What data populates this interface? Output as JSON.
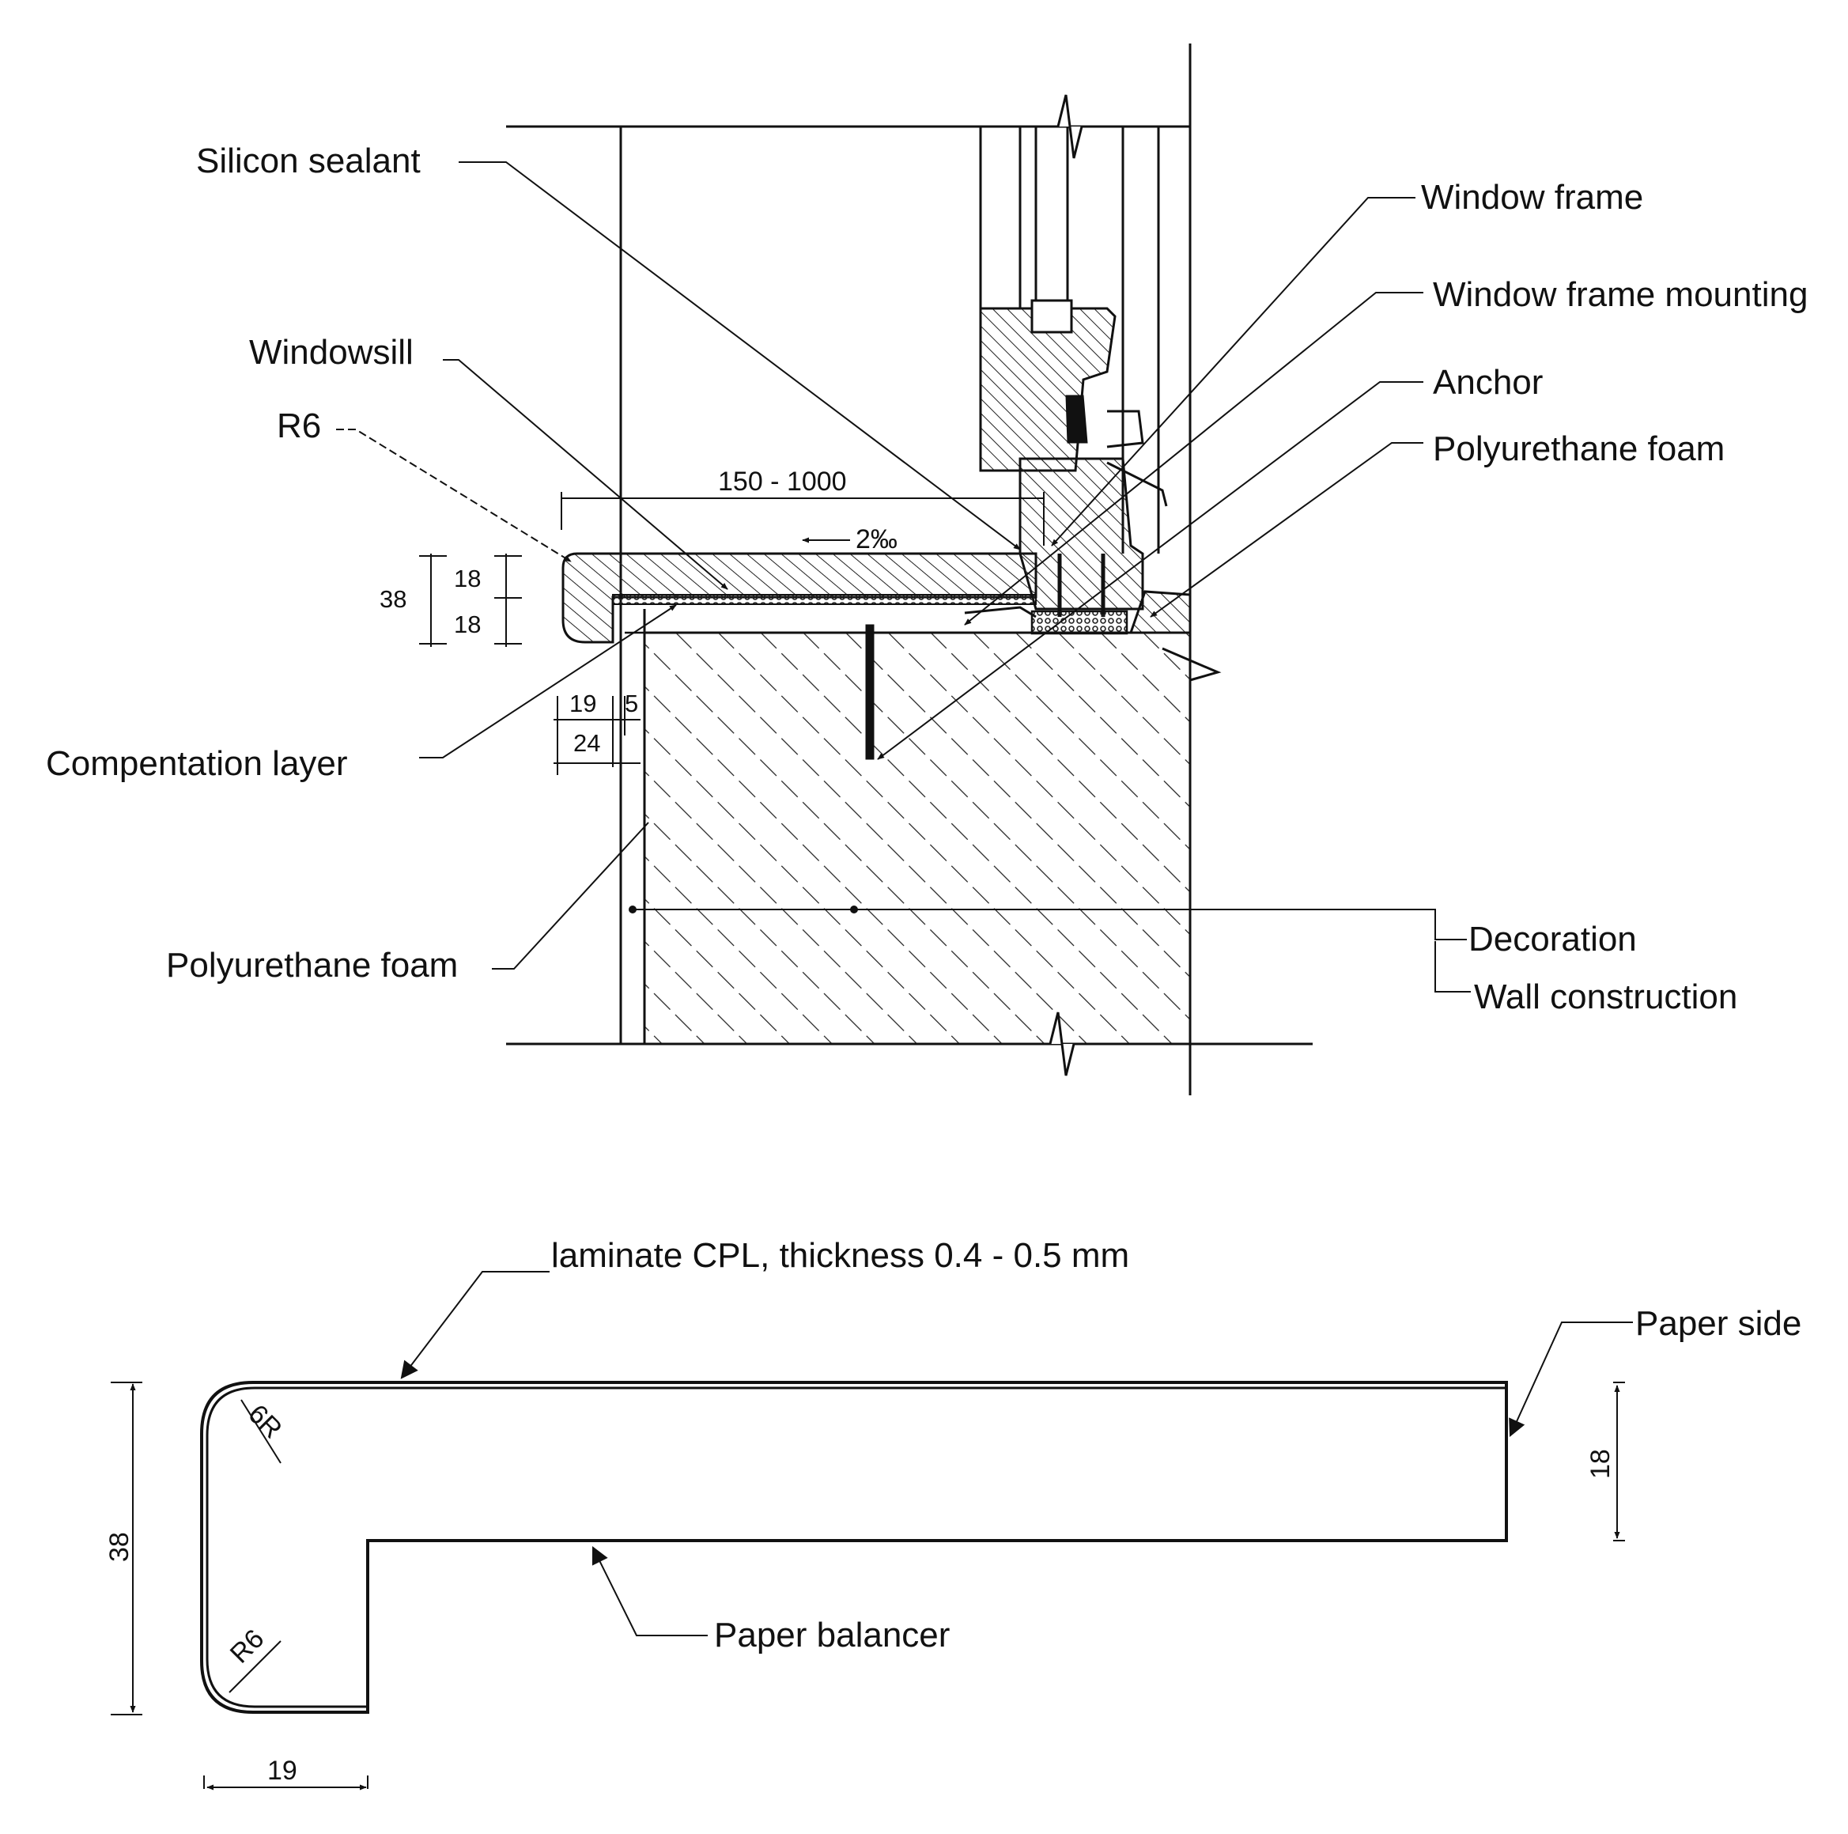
{
  "section_labels": {
    "silicon_sealant": "Silicon sealant",
    "window_frame": "Window frame",
    "window_frame_mounting": "Window frame mounting",
    "windowsill": "Windowsill",
    "anchor": "Anchor",
    "r6": "R6",
    "polyurethane_foam_right": "Polyurethane foam",
    "compensation_layer": "Compentation layer",
    "polyurethane_foam_left": "Polyurethane foam",
    "decoration": "Decoration",
    "wall_construction": "Wall construction"
  },
  "section_dimensions": {
    "width_range": "150 - 1000",
    "slope": "2‰",
    "total_thickness": "38",
    "top_thickness": "18",
    "bottom_thickness": "18",
    "lip_width": "19",
    "gap": "5",
    "overhang": "24"
  },
  "profile_labels": {
    "laminate": "laminate CPL, thickness 0.4 - 0.5 mm",
    "paper_side": "Paper side",
    "paper_balancer": "Paper balancer"
  },
  "profile_dimensions": {
    "height": "38",
    "board_thickness": "18",
    "lip_width": "19",
    "radius_top": "6R",
    "radius_bottom": "R6"
  },
  "colors": {
    "line": "#111111",
    "background": "#ffffff"
  }
}
